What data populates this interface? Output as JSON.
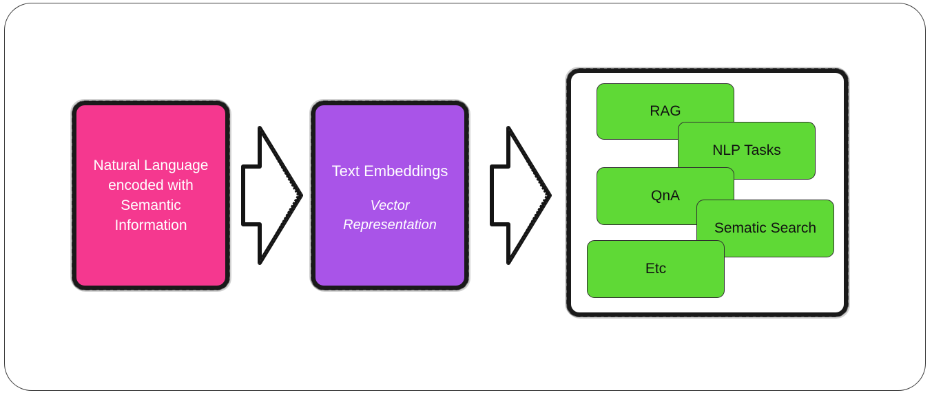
{
  "input_box": {
    "lines": [
      "Natural Language",
      "encoded with",
      "Semantic",
      "Information"
    ]
  },
  "embedding_box": {
    "title": "Text Embeddings",
    "subtitle_lines": [
      "Vector",
      "Representation"
    ]
  },
  "applications": {
    "items": [
      "RAG",
      "NLP Tasks",
      "QnA",
      "Sematic Search",
      "Etc"
    ]
  },
  "colors": {
    "input_fill": "#f5388f",
    "embedding_fill": "#a954e8",
    "application_fill": "#5fd936",
    "sketch_stroke": "#1a1a1a"
  }
}
